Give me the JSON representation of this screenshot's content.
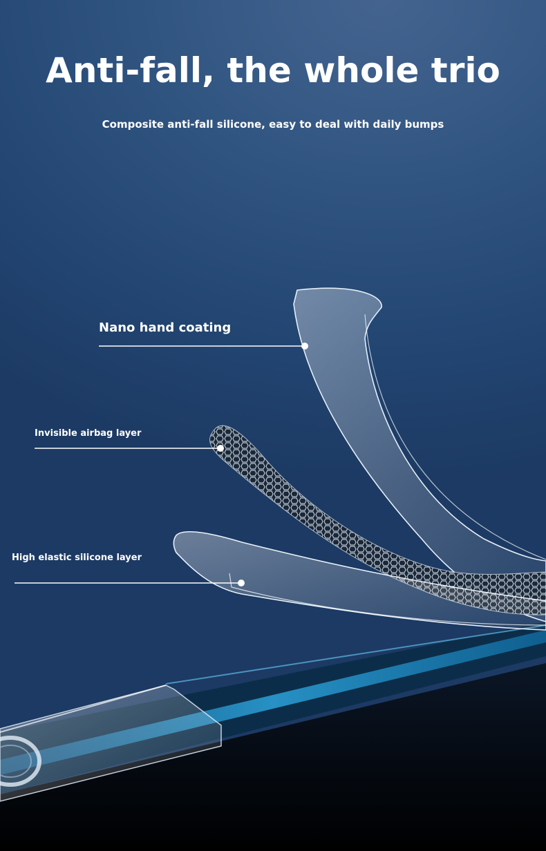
{
  "header": {
    "title": "Anti-fall, the whole trio",
    "subtitle": "Composite anti-fall silicone, easy to deal with daily bumps"
  },
  "layers": [
    {
      "id": "nano",
      "label": "Nano hand coating"
    },
    {
      "id": "airbag",
      "label": "Invisible airbag layer"
    },
    {
      "id": "silicone",
      "label": "High elastic silicone layer"
    }
  ],
  "colors": {
    "background_top": "#44648f",
    "background_bottom": "#1c3a63",
    "text": "#ffffff",
    "phone_edge": "#1f7fb3"
  },
  "icons": {
    "pointer": "dot-marker-icon"
  }
}
